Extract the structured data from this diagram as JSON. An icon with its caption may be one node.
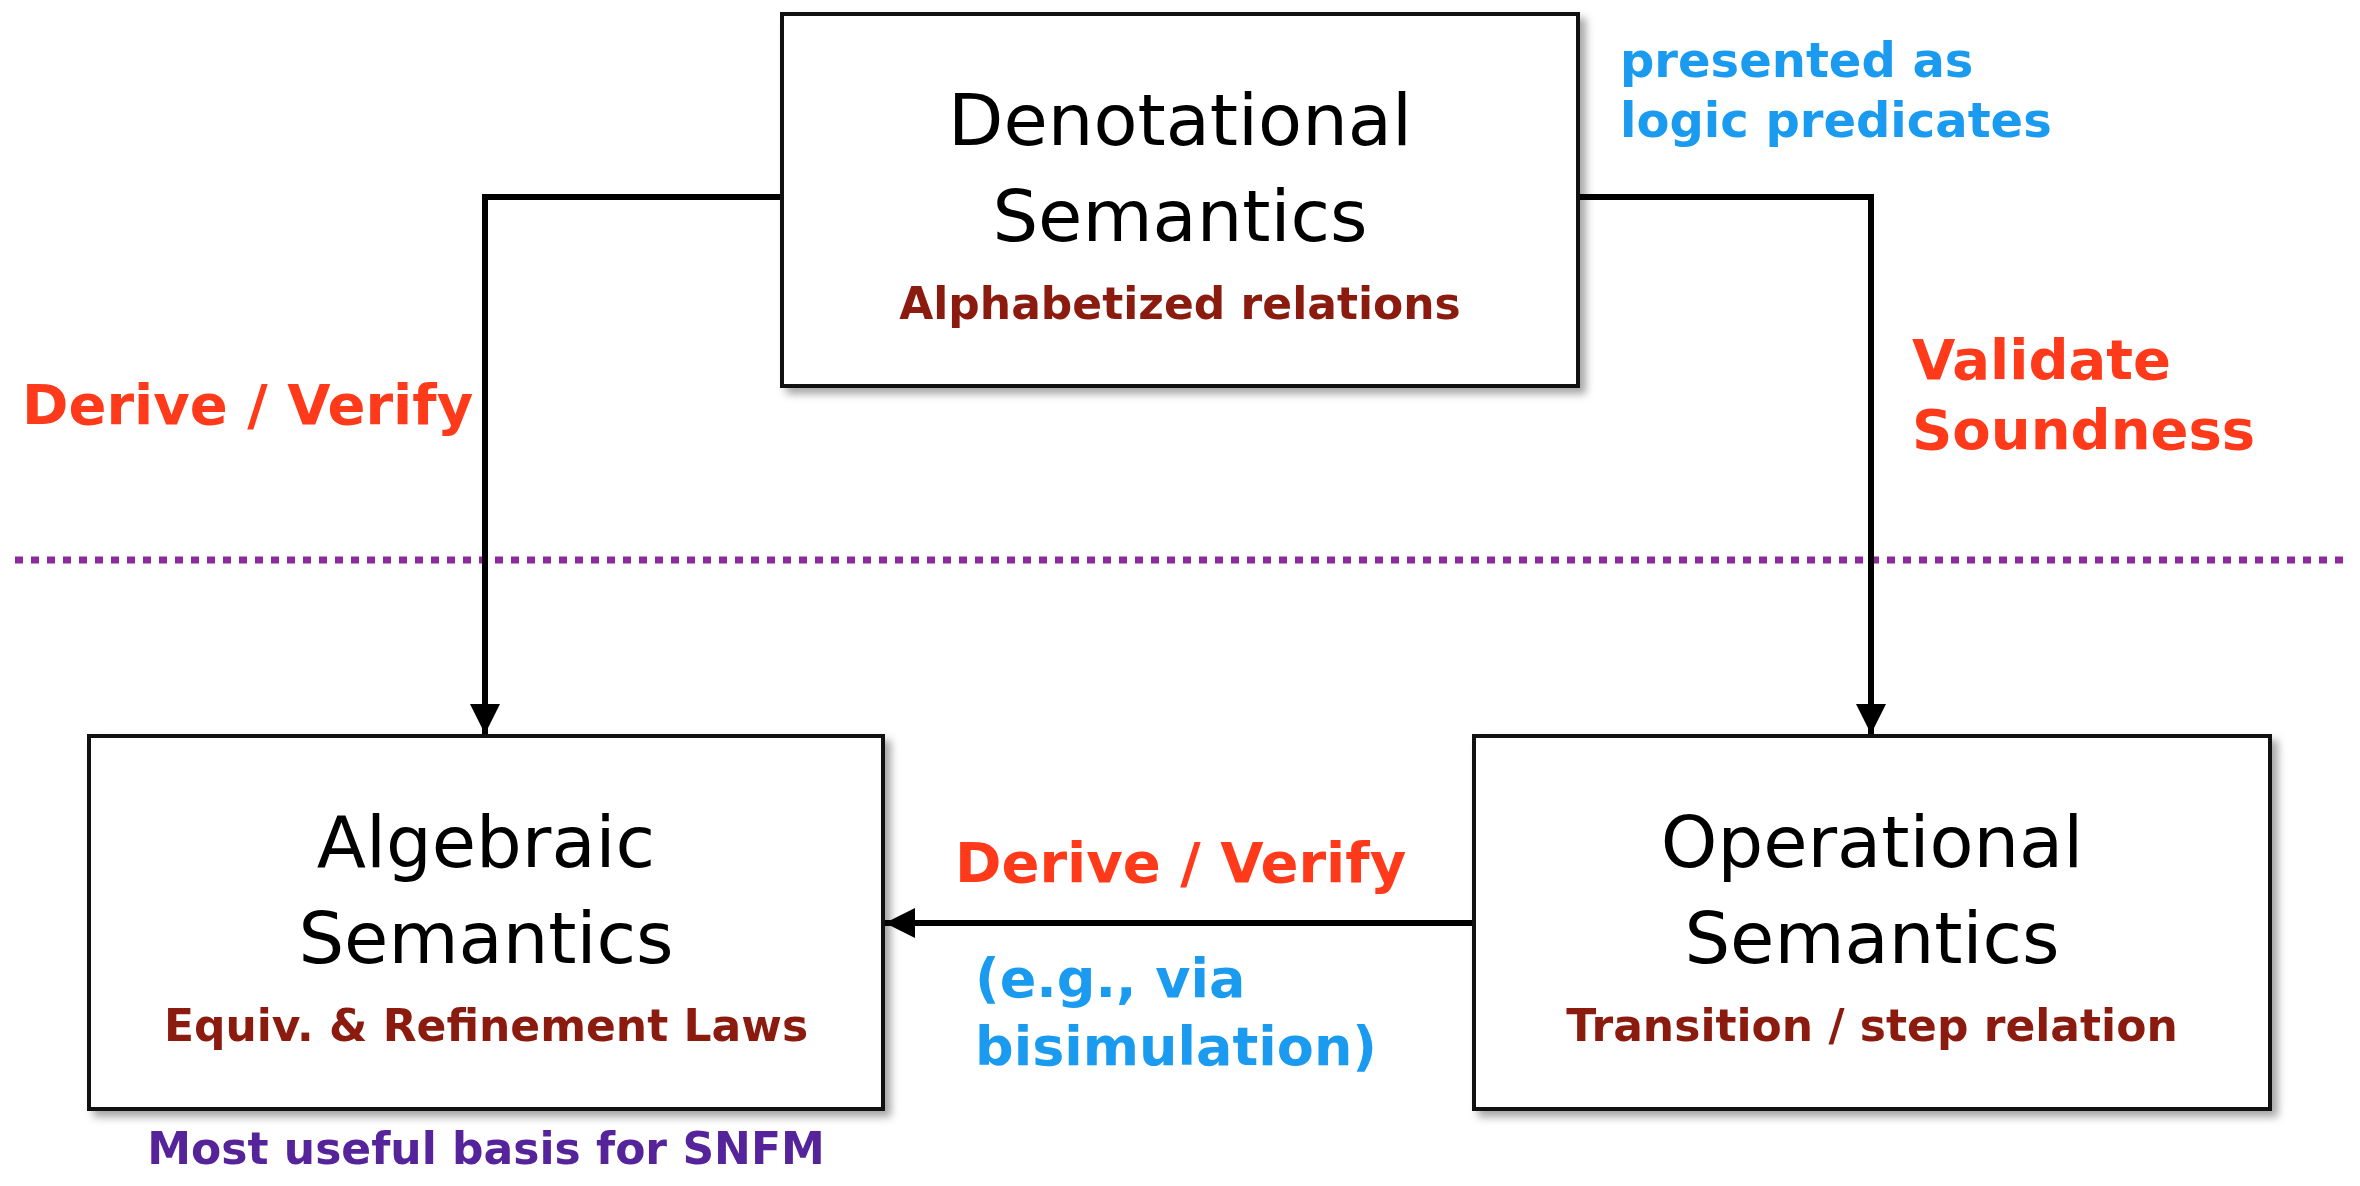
{
  "diagram": {
    "nodes": [
      {
        "text": [
          "Denotational Semantics",
          "Alphabetized relations"
        ]
      },
      {
        "text": [
          "Algebraic Semantics",
          "Equiv. & Refinement Laws"
        ],
        "beside": [
          "Most useful basis for SNFM"
        ]
      },
      {
        "text": [
          "Operational Semantics",
          "Transition / step relation"
        ]
      }
    ],
    "edges": [
      {
        "from": 0,
        "to": 1,
        "arrow": "to",
        "label": "Derive / Verify"
      },
      {
        "from": 0,
        "to": 2,
        "arrow": "to",
        "label": "Validate Soundness"
      },
      {
        "from": 2,
        "to": 1,
        "arrow": "to",
        "label": "Derive / Verify"
      }
    ],
    "labels": [
      "presented as logic predicates",
      "(e.g., via bisimulation)"
    ]
  }
}
